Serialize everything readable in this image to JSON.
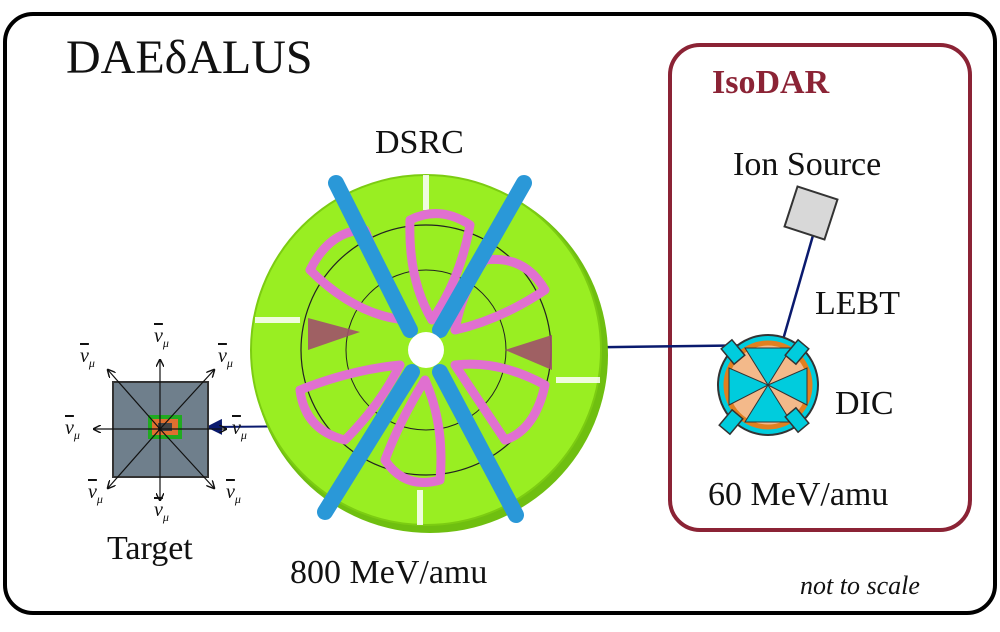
{
  "title": "DAEδALUS",
  "dsrc": {
    "label": "DSRC",
    "energy": "800 MeV/amu"
  },
  "isodar": {
    "label": "IsoDAR",
    "ion_source": "Ion Source",
    "lebt": "LEBT",
    "dic": "DIC",
    "energy": "60 MeV/amu"
  },
  "target": {
    "label": "Target",
    "nu": "ν",
    "nu_sub": "μ"
  },
  "note": "not to scale",
  "colors": {
    "frame": "#000000",
    "isodar_box": "#8b2335",
    "yoke_green": "#99ee22",
    "coil_blue": "#2a98d8",
    "coil_pink": "#e070d0",
    "beam": "#0a1a6e",
    "target_gray": "#6f7f8c"
  }
}
